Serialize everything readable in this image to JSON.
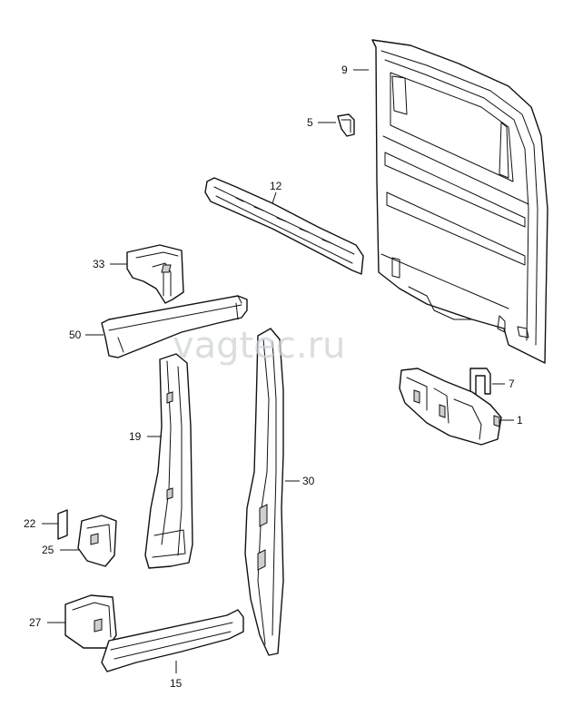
{
  "watermark": "vagtec.ru",
  "callouts": {
    "p9": "9",
    "p5": "5",
    "p12": "12",
    "p33": "33",
    "p50": "50",
    "p7": "7",
    "p1": "1",
    "p19": "19",
    "p30": "30",
    "p22": "22",
    "p25": "25",
    "p27": "27",
    "p15": "15"
  }
}
